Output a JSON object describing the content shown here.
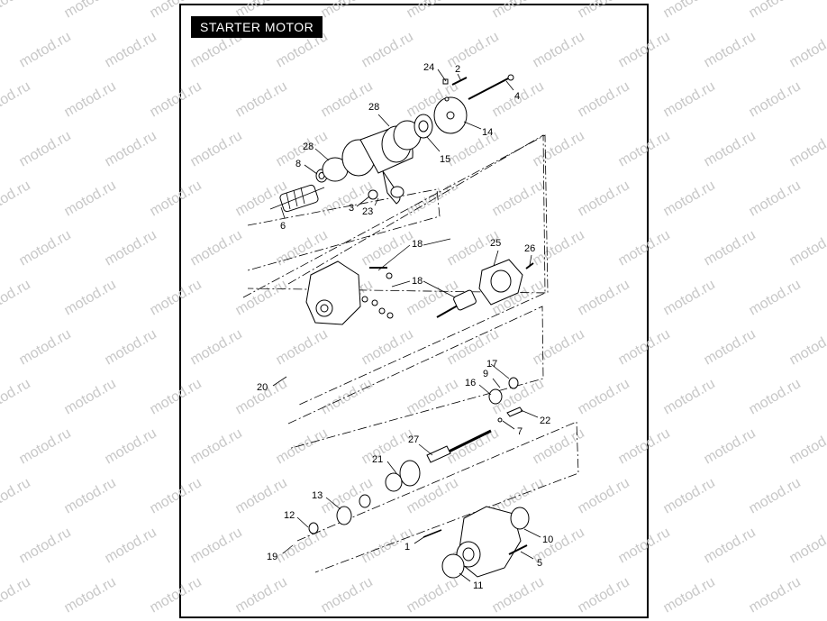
{
  "title": "STARTER MOTOR",
  "watermark": "motod.ru",
  "callouts": {
    "c1": "1",
    "c2": "2",
    "c3": "3",
    "c4": "4",
    "c5": "5",
    "c6": "6",
    "c7": "7",
    "c8": "8",
    "c9": "9",
    "c10": "10",
    "c11": "11",
    "c12": "12",
    "c13": "13",
    "c14": "14",
    "c15": "15",
    "c16": "16",
    "c17": "17",
    "c18a": "18",
    "c18b": "18",
    "c19": "19",
    "c20": "20",
    "c21": "21",
    "c22": "22",
    "c23": "23",
    "c24": "24",
    "c25": "25",
    "c26": "26",
    "c27": "27",
    "c28a": "28",
    "c28b": "28"
  }
}
